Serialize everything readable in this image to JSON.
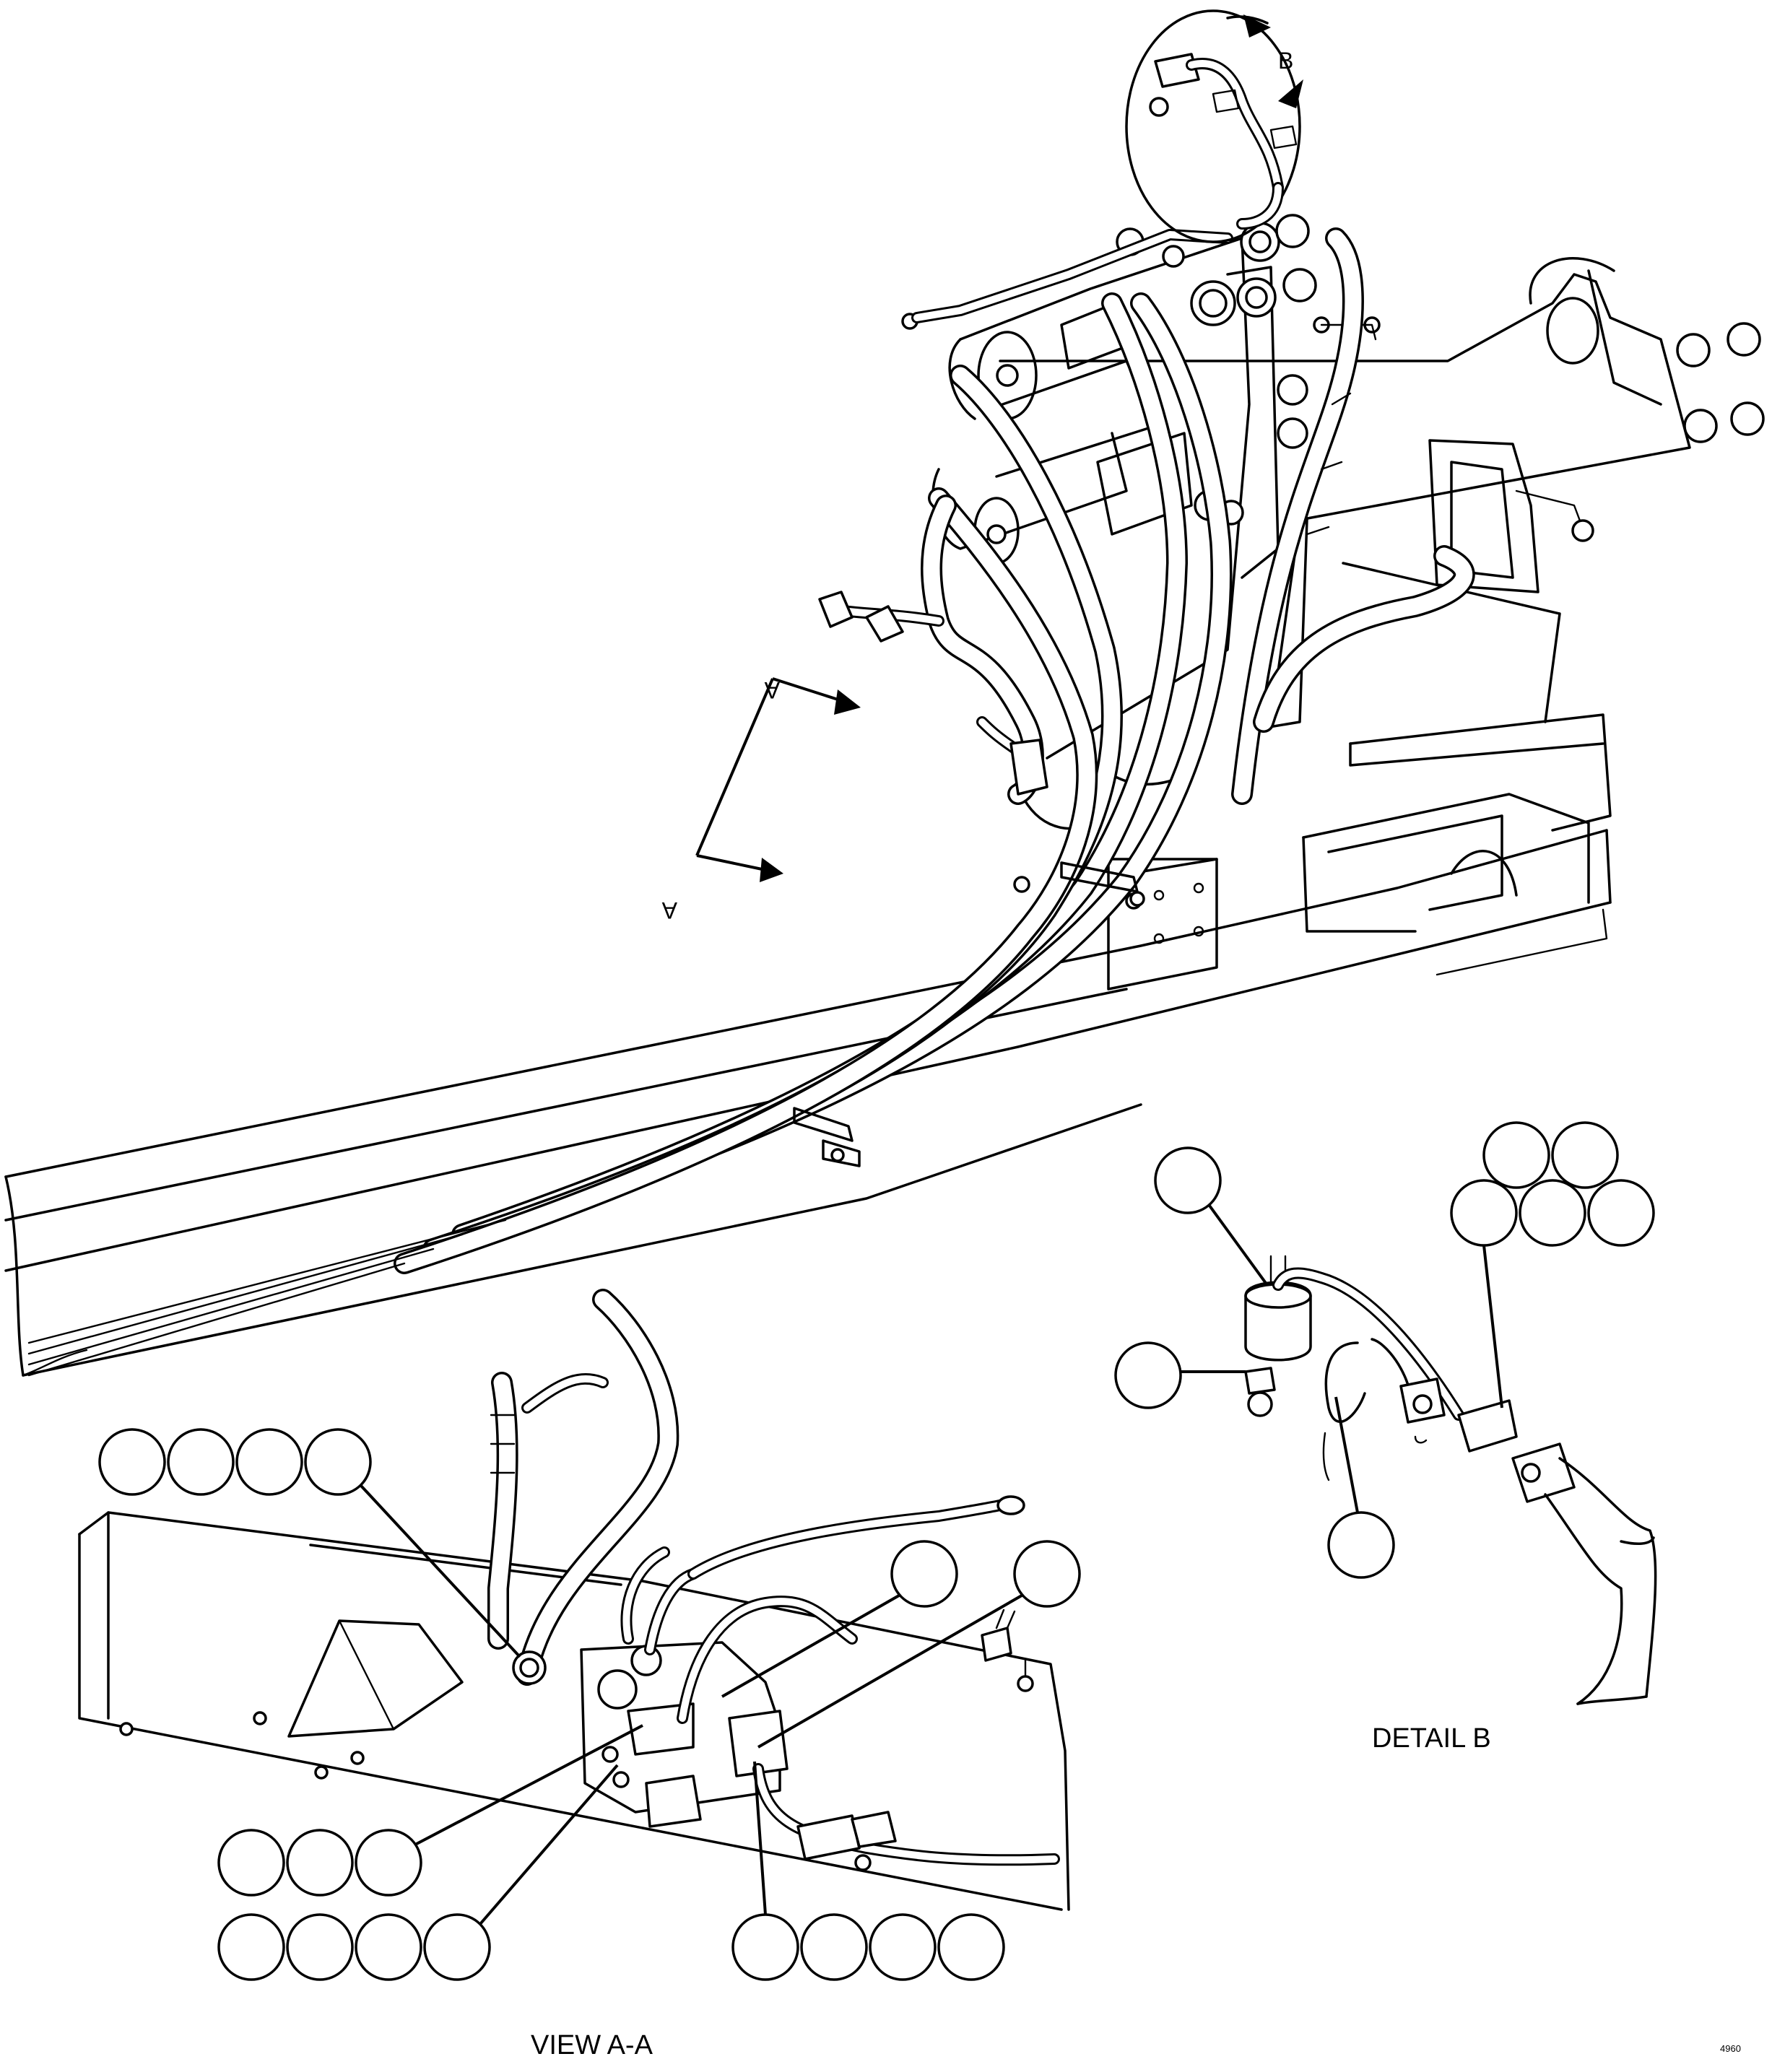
{
  "labels": {
    "section_a_top": "A",
    "section_a_bottom": "A",
    "detail_b_marker": "B",
    "detail_b_caption": "DETAIL B",
    "view_aa_caption": "VIEW A-A",
    "figure_code": "4960"
  }
}
